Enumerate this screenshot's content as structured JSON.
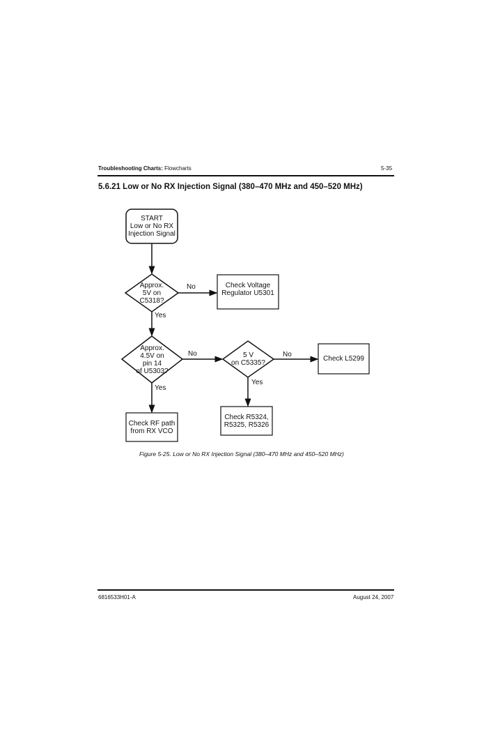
{
  "header": {
    "section_bold": "Troubleshooting Charts:",
    "section": " Flowcharts",
    "page": "5-35"
  },
  "heading": "5.6.21  Low or No RX Injection Signal (380–470 MHz and 450–520 MHz)",
  "flowchart": {
    "start": "START\nLow or No RX\nInjection Signal",
    "decision1": "Approx.\n5V on\nC5318?",
    "action_voltage": "Check Voltage\nRegulator U5301",
    "decision2": "Approx.\n4.5V on\npin 14\nof U5303?",
    "decision3": "5 V\non C5335?",
    "action_l5299": "Check L5299",
    "action_resistors": "Check R5324,\nR5325, R5326",
    "action_rf": "Check RF path\nfrom RX VCO",
    "no": "No",
    "yes": "Yes"
  },
  "caption": "Figure 5-25.  Low or No RX Injection Signal (380–470 MHz and 450–520 MHz)",
  "footer": {
    "doc_number": "6816533H01-A",
    "date": "August 24, 2007"
  }
}
